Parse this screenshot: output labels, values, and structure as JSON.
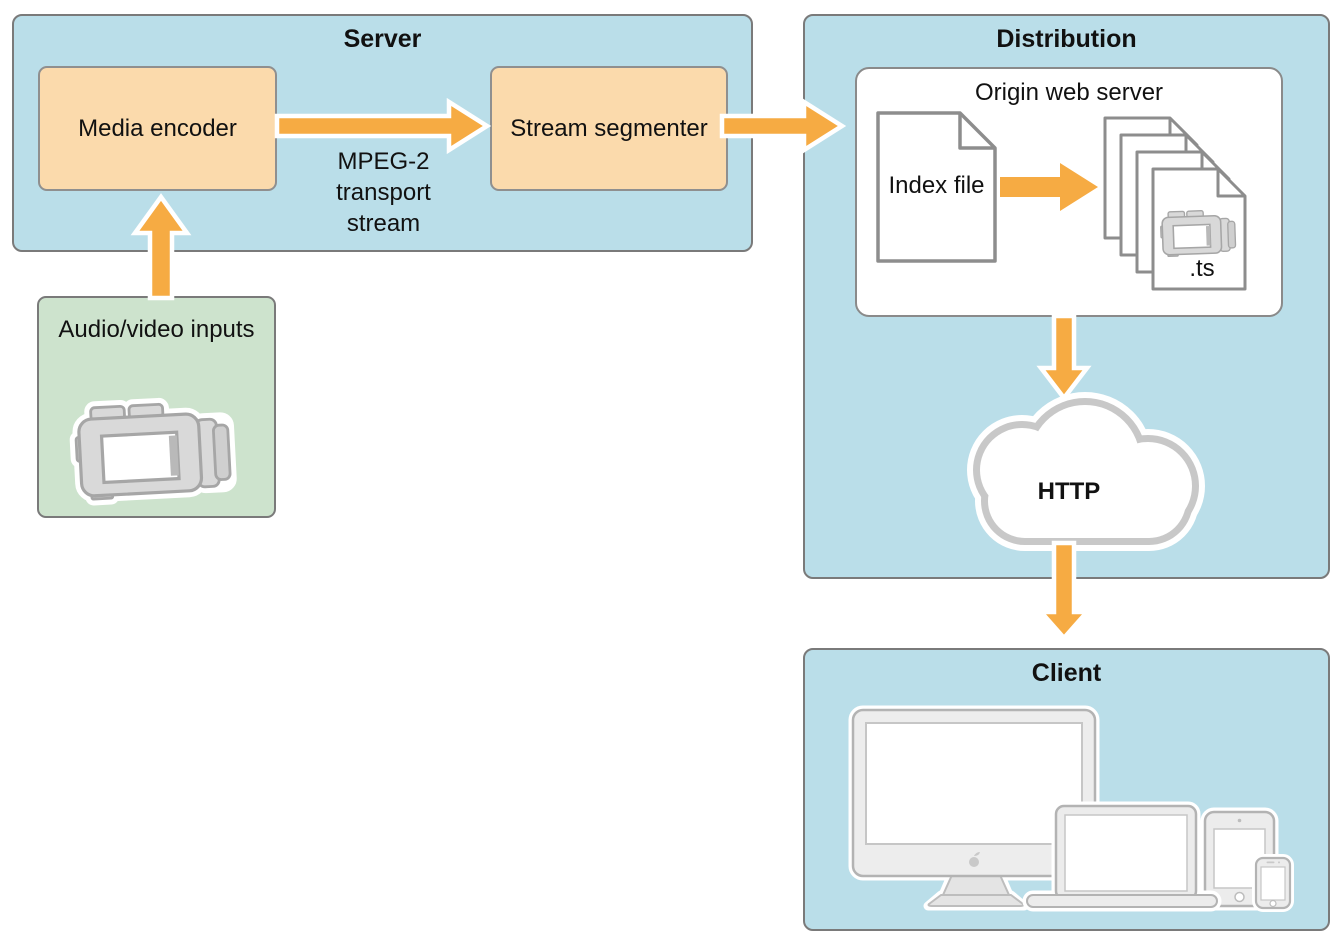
{
  "diagram": {
    "server": {
      "title": "Server",
      "encoder_label": "Media encoder",
      "segmenter_label": "Stream segmenter",
      "stream_label": "MPEG-2 transport stream"
    },
    "inputs": {
      "label": "Audio/video inputs"
    },
    "distribution": {
      "title": "Distribution",
      "origin_title": "Origin web server",
      "index_label": "Index file",
      "ts_label": ".ts",
      "cloud_label": "HTTP"
    },
    "client": {
      "title": "Client"
    }
  },
  "colors": {
    "panel_blue": "#BADEE9",
    "node_orange": "#FBDAAC",
    "node_green": "#CDE3CD",
    "arrow_orange": "#F6AB43",
    "panel_border_gray": "#7A7A7A",
    "doc_border_gray": "#8D8D8D",
    "cloud_gray": "#C8C8C8",
    "device_gray": "#ECECEC"
  },
  "icons": {
    "camcorder": "camcorder-icon (gray video camera shape)",
    "index_file": "document-icon with folded corner",
    "ts_files": "stacked-documents-icon (4 sheets)",
    "cloud": "cloud-icon",
    "imac": "desktop-computer-icon",
    "macbook": "laptop-icon",
    "ipad": "tablet-icon",
    "iphone": "phone-icon",
    "arrow": "orange flow arrow"
  }
}
